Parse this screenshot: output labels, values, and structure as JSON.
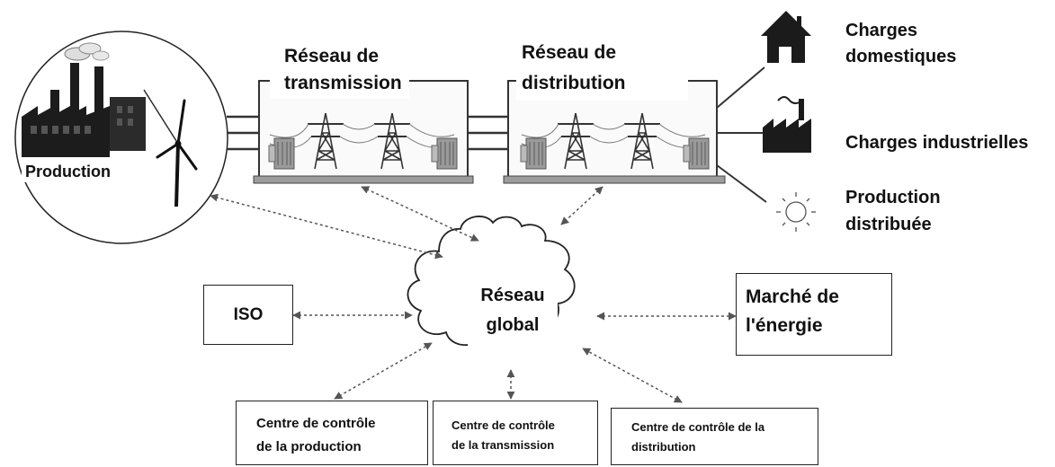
{
  "nodes": {
    "production": "Production",
    "transmission": [
      "Réseau de",
      "transmission"
    ],
    "distribution": [
      "Réseau de",
      "distribution"
    ],
    "global": [
      "Réseau",
      "global"
    ],
    "iso": "ISO",
    "market": [
      "Marché de",
      "l'énergie"
    ]
  },
  "loads": {
    "domestic": [
      "Charges",
      "domestiques"
    ],
    "industrial": "Charges industrielles",
    "distributed": [
      "Production",
      "distribuée"
    ]
  },
  "control_centers": {
    "production": [
      "Centre de contrôle",
      "de la production"
    ],
    "transmission": [
      "Centre de contrôle",
      "de la transmission"
    ],
    "distribution": [
      "Centre de contrôle de la",
      "distribution"
    ]
  },
  "icons": [
    "factory-icon",
    "wind-turbine-icon",
    "transmission-tower-icon",
    "house-icon",
    "industry-icon",
    "sun-icon",
    "cloud-icon"
  ]
}
